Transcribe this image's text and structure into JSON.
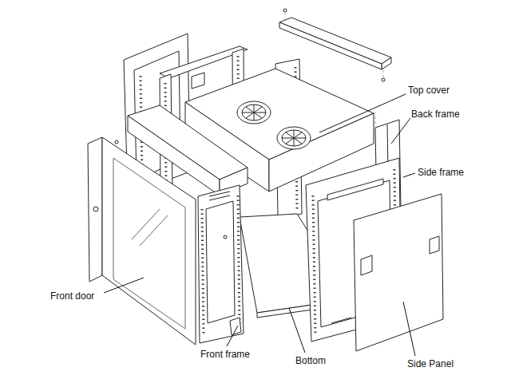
{
  "diagram": {
    "labels": [
      "Top cover",
      "Back frame",
      "Side frame",
      "Front door",
      "Front frame",
      "Bottom",
      "Side Panel"
    ]
  }
}
